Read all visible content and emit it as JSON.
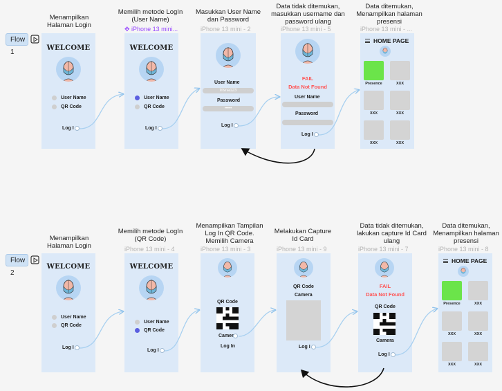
{
  "flows": [
    {
      "label": "Flow 1"
    },
    {
      "label": "Flow 2"
    }
  ],
  "flow1": {
    "f1": {
      "caption": "Menampilkan\nHalaman Login",
      "welcome": "WELCOME",
      "user_name": "User Name",
      "qr_code": "QR Code",
      "login": "Log I"
    },
    "f2": {
      "caption": "Memilih metode LogIn\n(User Name)",
      "frame_name": "iPhone 13 mini...",
      "welcome": "WELCOME",
      "user_name": "User Name",
      "qr_code": "QR Code",
      "login": "Log I"
    },
    "f3": {
      "caption": "Masukkan User Name\ndan Password",
      "frame_name": "iPhone 13 mini - 2",
      "user_name": "User Name",
      "user_value": "trisna123",
      "password": "Password",
      "password_value": "•••••",
      "login": "Log I"
    },
    "f4": {
      "caption": "Data tidak ditemukan,\nmasukkan username dan\npassword ulang",
      "frame_name": "iPhone 13 mini - 5",
      "fail": "FAIL",
      "not_found": "Data Not Found",
      "user_name": "User Name",
      "password": "Password",
      "login": "Log I"
    },
    "f5": {
      "caption": "Data ditemukan,\nMenampilkan halaman\npresensi",
      "frame_name": "iPhone 13 mini - ...",
      "home": "HOME PAGE",
      "tiles": [
        "Presence",
        "XXX",
        "XXX",
        "XXX",
        "XXX",
        "XXX"
      ]
    }
  },
  "flow2": {
    "f1": {
      "caption": "Menampilkan\nHalaman Login",
      "welcome": "WELCOME",
      "user_name": "User Name",
      "qr_code": "QR Code",
      "login": "Log I"
    },
    "f2": {
      "caption": "Memilih metode LogIn\n(QR Code)",
      "frame_name": "iPhone 13 mini - 4",
      "welcome": "WELCOME",
      "user_name": "User Name",
      "qr_code": "QR Code",
      "login": "Log I"
    },
    "f3": {
      "caption": "Menampilkan Tampilan\nLog In QR Code.\nMemilih Camera",
      "frame_name": "iPhone 13 mini - 3",
      "qr_code": "QR Code",
      "camera": "Camer",
      "login": "Log In"
    },
    "f4": {
      "caption": "Melakukan Capture\nId Card",
      "frame_name": "iPhone 13 mini - 9",
      "qr_code": "QR Code",
      "camera": "Camera",
      "login": "Log I"
    },
    "f5": {
      "caption": "Data tidak ditemukan,\nlakukan capture Id Card ulang",
      "frame_name": "iPhone 13 mini - 7",
      "fail": "FAIL",
      "not_found": "Data Not Found",
      "qr_code": "QR Code",
      "camera": "Camera",
      "login": "Log I"
    },
    "f6": {
      "caption": "Data ditemukan,\nMenampilkan halaman\npresensi",
      "frame_name": "iPhone 13 mini - 8",
      "home": "HOME PAGE",
      "tiles": [
        "Presence",
        "XXX",
        "XXX",
        "XXX",
        "XXX",
        "XXX"
      ]
    }
  },
  "colors": {
    "frame": "#dce9f8",
    "accent": "#5b5fe0",
    "fail": "#ff5454",
    "presence": "#6be44a",
    "selected": "#9747ff"
  }
}
